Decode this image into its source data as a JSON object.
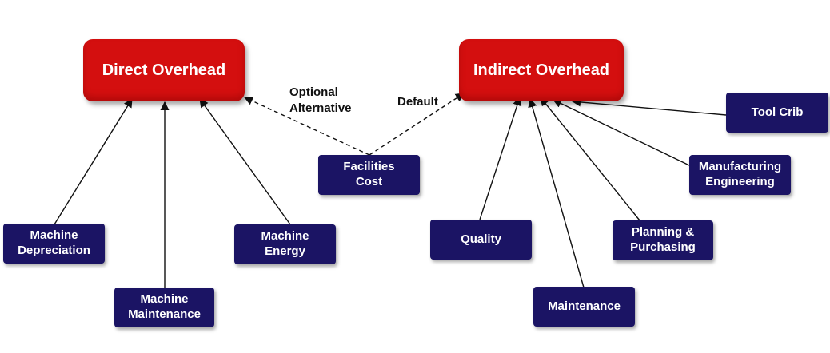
{
  "nodes": {
    "direct_overhead": "Direct Overhead",
    "indirect_overhead": "Indirect Overhead",
    "machine_depreciation": "Machine\nDepreciation",
    "machine_maintenance": "Machine\nMaintenance",
    "machine_energy": "Machine\nEnergy",
    "facilities_cost": "Facilities\nCost",
    "quality": "Quality",
    "maintenance": "Maintenance",
    "planning_purchasing": "Planning &\nPurchasing",
    "manufacturing_engineering": "Manufacturing\nEngineering",
    "tool_crib": "Tool Crib"
  },
  "edge_labels": {
    "optional_alternative": "Optional\nAlternative",
    "default": "Default"
  },
  "colors": {
    "primary_box": "#d40f0f",
    "secondary_box": "#1b1464",
    "edge": "#111111"
  }
}
